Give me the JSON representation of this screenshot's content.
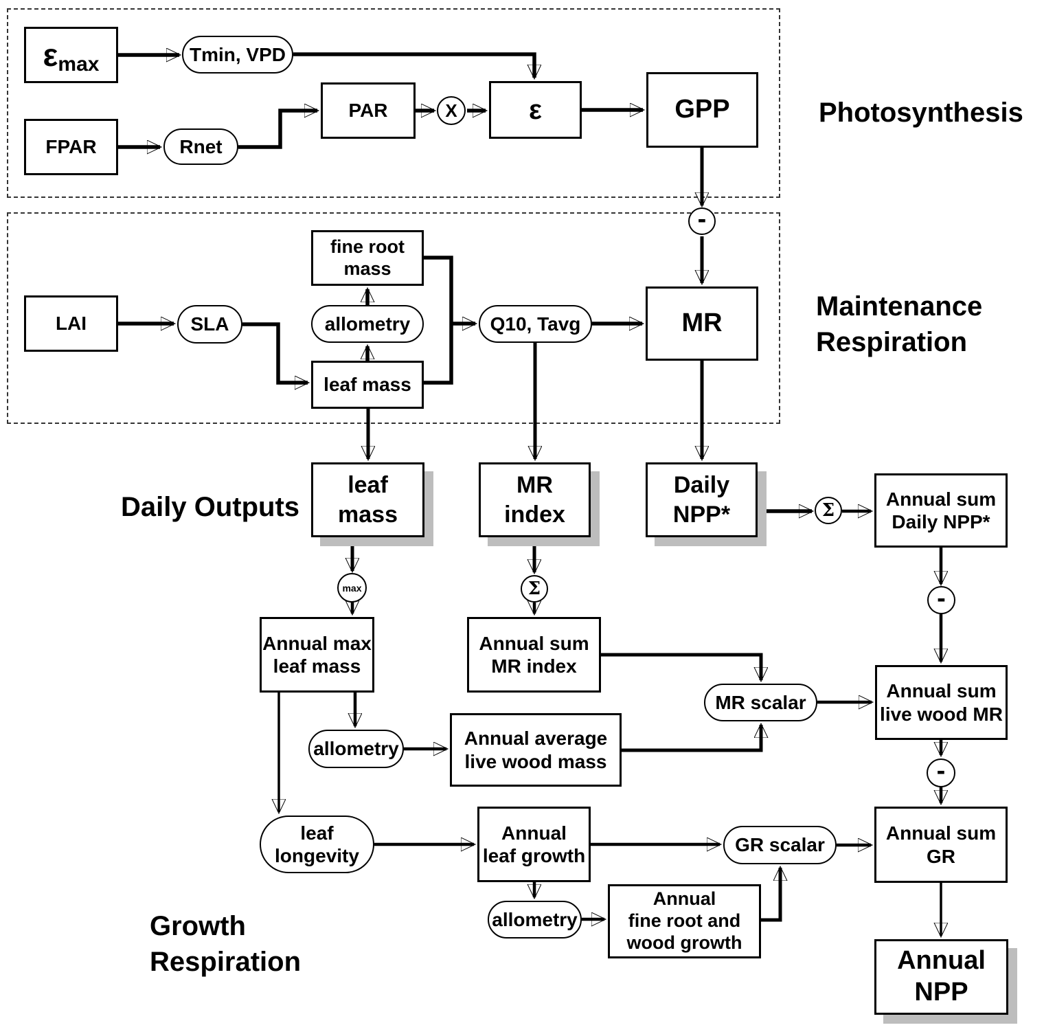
{
  "sections": {
    "photosynthesis": "Photosynthesis",
    "maintenance_respiration": "Maintenance\nRespiration",
    "daily_outputs": "Daily Outputs",
    "growth_respiration": "Growth\nRespiration"
  },
  "nodes": {
    "eps_max": {
      "symbol": "ε",
      "subscript": "max"
    },
    "tmin_vpd": {
      "label": "Tmin, VPD"
    },
    "fpar": {
      "label": "FPAR"
    },
    "rnet": {
      "label": "Rnet"
    },
    "par": {
      "label": "PAR"
    },
    "eps": {
      "label": "ε"
    },
    "gpp": {
      "label": "GPP"
    },
    "lai": {
      "label": "LAI"
    },
    "sla": {
      "label": "SLA"
    },
    "fine_root_mass": {
      "label": "fine root\nmass"
    },
    "allometry_1": {
      "label": "allometry"
    },
    "leaf_mass_source": {
      "label": "leaf mass"
    },
    "q10_tavg": {
      "label": "Q10, Tavg"
    },
    "mr": {
      "label": "MR"
    },
    "leaf_mass_daily": {
      "label": "leaf\nmass"
    },
    "mr_index": {
      "label": "MR\nindex"
    },
    "daily_npp": {
      "label": "Daily\nNPP*"
    },
    "annual_sum_daily_npp": {
      "label": "Annual sum\nDaily NPP*"
    },
    "annual_max_leaf_mass": {
      "label": "Annual max\nleaf mass"
    },
    "annual_sum_mr_index": {
      "label": "Annual sum\nMR index"
    },
    "mr_scalar": {
      "label": "MR scalar"
    },
    "annual_sum_live_wood_mr": {
      "label": "Annual sum\nlive wood MR"
    },
    "allometry_2": {
      "label": "allometry"
    },
    "annual_avg_live_wood_mass": {
      "label": "Annual average\nlive wood mass"
    },
    "leaf_longevity": {
      "label": "leaf\nlongevity"
    },
    "annual_leaf_growth": {
      "label": "Annual\nleaf growth"
    },
    "allometry_3": {
      "label": "allometry"
    },
    "annual_fine_root_wood_growth": {
      "label": "Annual\nfine root and\nwood growth"
    },
    "gr_scalar": {
      "label": "GR scalar"
    },
    "annual_sum_gr": {
      "label": "Annual sum\nGR"
    },
    "annual_npp": {
      "label": "Annual\nNPP"
    }
  },
  "operators": {
    "multiply": "X",
    "subtract": "-",
    "sum": "Σ",
    "max": "max"
  },
  "colors": {
    "line": "#000000",
    "box_border": "#000000",
    "shadow": "#bdbdbd",
    "background": "#ffffff"
  }
}
